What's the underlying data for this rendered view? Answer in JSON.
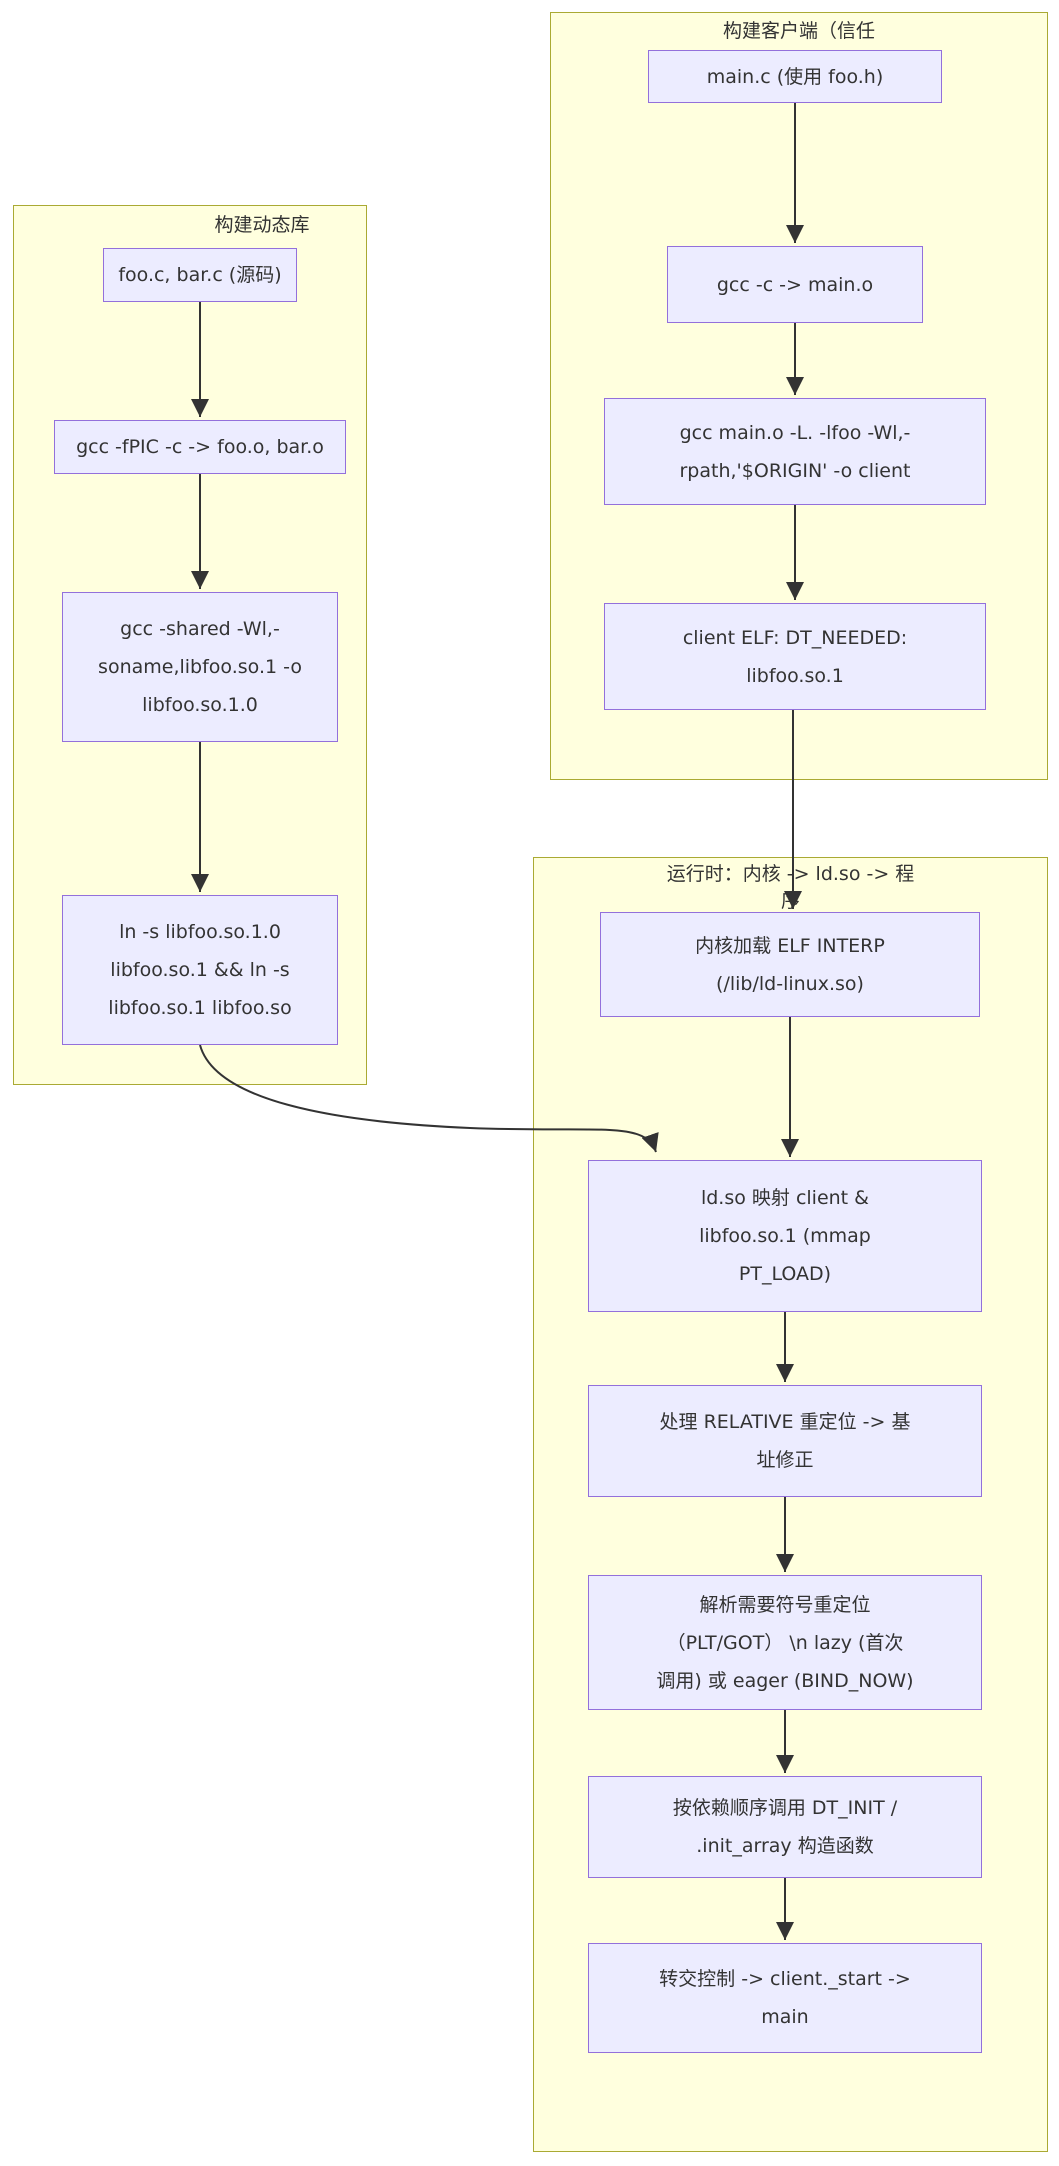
{
  "diagram": {
    "type": "flowchart",
    "colors": {
      "node_fill": "#ECECFF",
      "node_border": "#9370DB",
      "subgraph_fill": "#FFFFDE",
      "subgraph_border": "#AAAA33",
      "edge": "#333333",
      "text": "#333333",
      "background": "#FFFFFF"
    },
    "subgraphs": {
      "lib": {
        "title": "构建动态库",
        "nodes": [
          {
            "id": "lib_src",
            "label": "foo.c, bar.c (源码)"
          },
          {
            "id": "lib_pic",
            "label": "gcc -fPIC -c -> foo.o, bar.o"
          },
          {
            "id": "lib_shared",
            "label": "gcc -shared -Wl,-\nsoname,libfoo.so.1 -o\nlibfoo.so.1.0"
          },
          {
            "id": "lib_ln",
            "label": "ln -s libfoo.so.1.0\nlibfoo.so.1 && ln -s\nlibfoo.so.1 libfoo.so"
          }
        ]
      },
      "client": {
        "title": "构建客户端（信任",
        "nodes": [
          {
            "id": "cli_main",
            "label": "main.c (使用 foo.h)"
          },
          {
            "id": "cli_obj",
            "label": "gcc -c -> main.o"
          },
          {
            "id": "cli_link",
            "label": "gcc main.o -L. -lfoo -Wl,-\nrpath,'$ORIGIN' -o client"
          },
          {
            "id": "cli_elf",
            "label": "client ELF: DT_NEEDED:\nlibfoo.so.1"
          }
        ]
      },
      "runtime": {
        "title": "运行时：内核 -> ld.so -> 程\n序",
        "nodes": [
          {
            "id": "rt_interp",
            "label": "内核加载 ELF INTERP\n(/lib/ld-linux.so)"
          },
          {
            "id": "rt_map",
            "label": "ld.so 映射 client &\nlibfoo.so.1 (mmap\nPT_LOAD)"
          },
          {
            "id": "rt_rel",
            "label": "处理 RELATIVE 重定位 -> 基\n址修正"
          },
          {
            "id": "rt_sym",
            "label": "解析需要符号重定位\n（PLT/GOT） \\n lazy (首次\n调用) 或 eager (BIND_NOW)"
          },
          {
            "id": "rt_init",
            "label": "按依赖顺序调用 DT_INIT /\n.init_array 构造函数"
          },
          {
            "id": "rt_start",
            "label": "转交控制 -> client._start ->\nmain"
          }
        ]
      }
    },
    "edges": [
      {
        "from": "lib_src",
        "to": "lib_pic"
      },
      {
        "from": "lib_pic",
        "to": "lib_shared"
      },
      {
        "from": "lib_shared",
        "to": "lib_ln"
      },
      {
        "from": "lib_ln",
        "to": "rt_map"
      },
      {
        "from": "cli_main",
        "to": "cli_obj"
      },
      {
        "from": "cli_obj",
        "to": "cli_link"
      },
      {
        "from": "cli_link",
        "to": "cli_elf"
      },
      {
        "from": "cli_elf",
        "to": "rt_interp"
      },
      {
        "from": "rt_interp",
        "to": "rt_map"
      },
      {
        "from": "rt_map",
        "to": "rt_rel"
      },
      {
        "from": "rt_rel",
        "to": "rt_sym"
      },
      {
        "from": "rt_sym",
        "to": "rt_init"
      },
      {
        "from": "rt_init",
        "to": "rt_start"
      }
    ]
  }
}
